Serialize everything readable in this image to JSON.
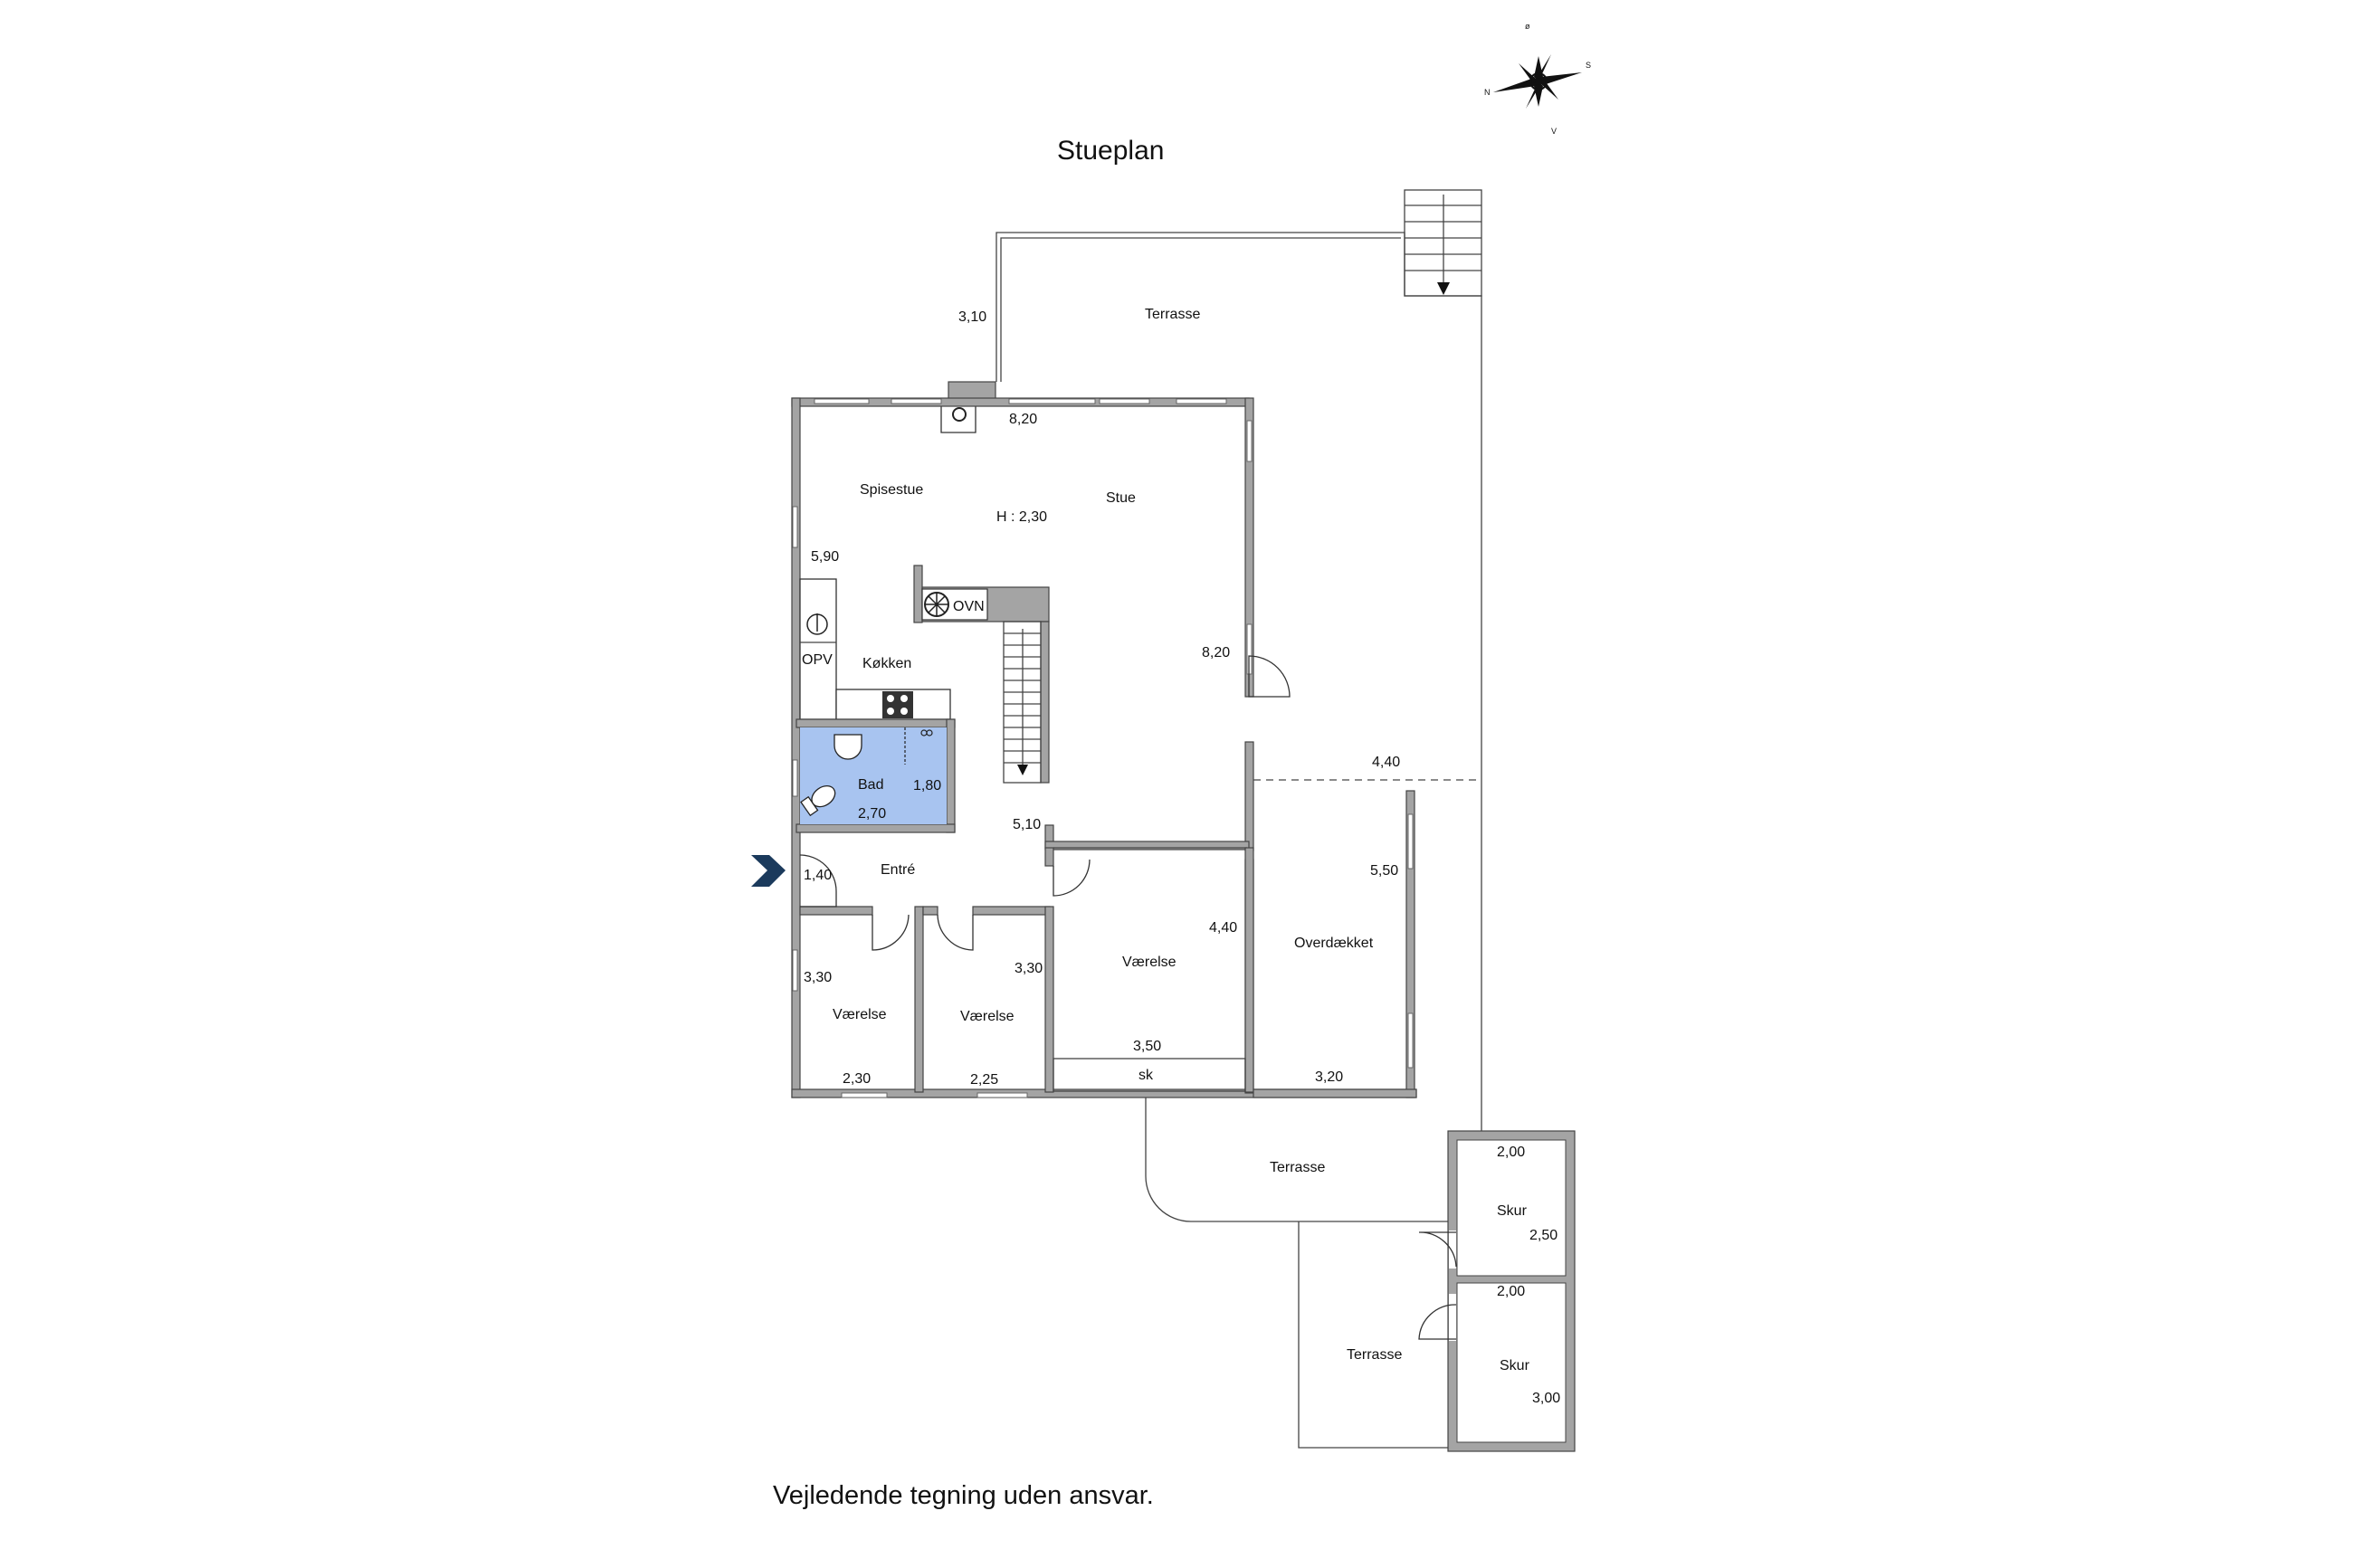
{
  "title": "Stueplan",
  "disclaimer": "Vejledende tegning uden ansvar.",
  "compass": {
    "n": "N",
    "s": "S",
    "ø": "ø",
    "v": "V"
  },
  "colors": {
    "bathroom": "#a8c4f0",
    "wall": "#a4a4a4",
    "entrance_arrow": "#1b3a5c"
  },
  "rooms": {
    "terrace_top": "Terrasse",
    "dining": "Spisestue",
    "living": "Stue",
    "ceiling_height": "H : 2,30",
    "kitchen": "Køkken",
    "bath": "Bad",
    "entry": "Entré",
    "room1": "Værelse",
    "room2": "Værelse",
    "room3": "Værelse",
    "covered": "Overdækket",
    "closet": "sk",
    "terrace_mid": "Terrasse",
    "terrace_bottom": "Terrasse",
    "shed1": "Skur",
    "shed2": "Skur"
  },
  "fixtures": {
    "oven": "OVN",
    "dishwasher": "OPV"
  },
  "dimensions": {
    "terrace_depth": "3,10",
    "living_width": "8,20",
    "kitchen_depth": "5,90",
    "living_depth": "8,20",
    "covered_width": "4,40",
    "bath_depth": "1,80",
    "bath_width": "2,70",
    "hall_width": "5,10",
    "entry_width": "1,40",
    "covered_depth": "5,50",
    "room3_depth": "4,40",
    "room1_depth": "3,30",
    "room2_depth": "3,30",
    "room3_width": "3,50",
    "room1_width": "2,30",
    "room2_width": "2,25",
    "covered_width2": "3,20",
    "shed1_width": "2,00",
    "shed1_depth": "2,50",
    "shed2_width": "2,00",
    "shed2_depth": "3,00"
  }
}
